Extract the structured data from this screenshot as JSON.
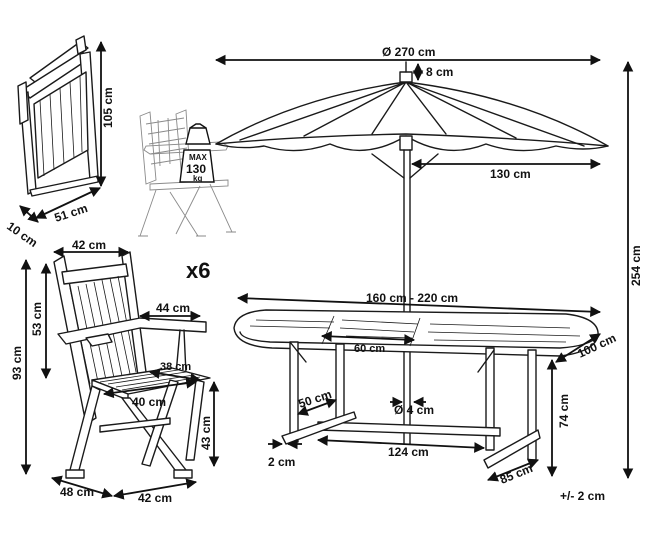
{
  "umbrella": {
    "diameter": "Ø 270 cm",
    "top": "8 cm",
    "radius": "130 cm",
    "height": "254 cm",
    "pole": "Ø 4 cm"
  },
  "table": {
    "length": "160 cm - 220 cm",
    "extension": "60 cm",
    "width": "100 cm",
    "height": "74 cm",
    "leg_spacing": "124 cm",
    "foot_depth": "85 cm",
    "cross_bar": "50 cm",
    "foot_thickness": "2 cm",
    "tolerance": "+/- 2 cm"
  },
  "folded_chair": {
    "height": "105 cm",
    "width": "51 cm",
    "depth": "10 cm"
  },
  "chair": {
    "back_width": "42 cm",
    "height": "93 cm",
    "back_height": "53 cm",
    "armrest": "44 cm",
    "seat_depth_small": "38 cm",
    "seat_depth": "40 cm",
    "seat_height": "43 cm",
    "depth": "48 cm",
    "width": "42 cm",
    "quantity": "x6"
  },
  "load": {
    "max_label": "MAX",
    "max_value": "130",
    "unit": "kg"
  }
}
